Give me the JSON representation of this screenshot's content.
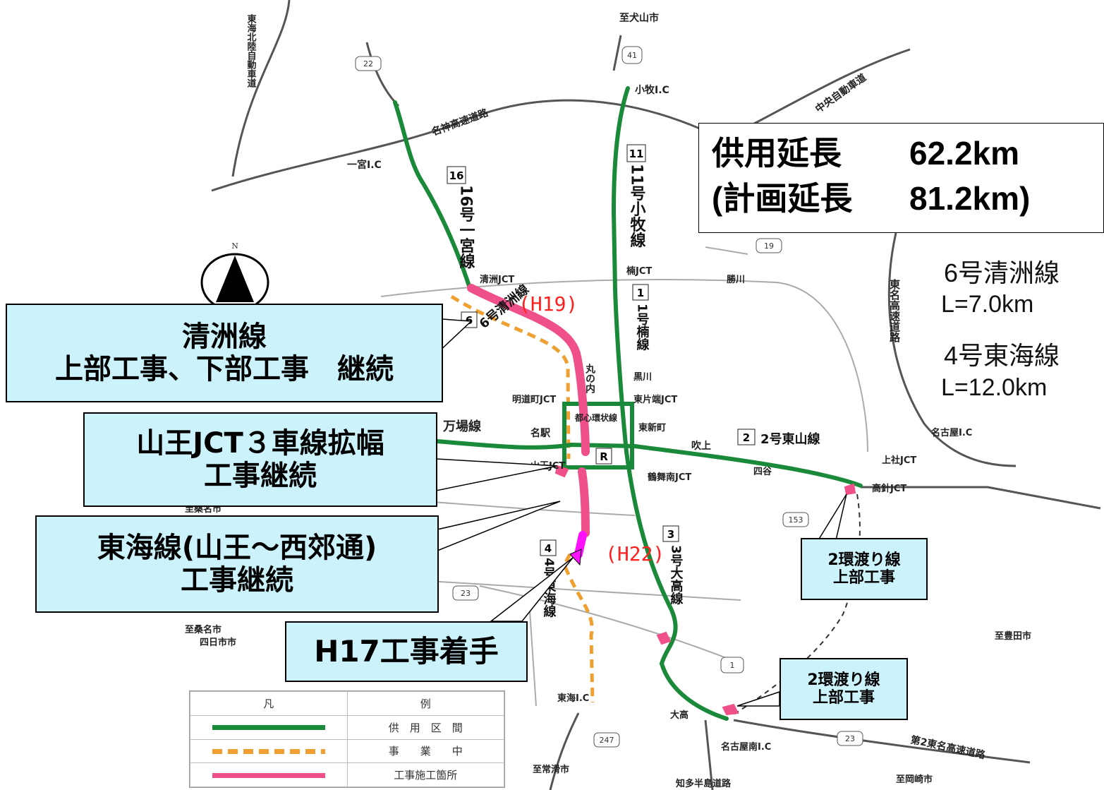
{
  "map": {
    "labels": {
      "dest_inuyama": "至犬山市",
      "tokai_hokuriku": "東海北陸自動車道",
      "meishin": "名神高速道路",
      "chuo": "中央自動車道",
      "komaki_ic": "小牧I.C",
      "ichinomiya_ic": "一宮I.C",
      "kiyosu_jct": "清洲JCT",
      "kusunoki_jct": "楠JCT",
      "katsukawa": "勝川",
      "tomei": "東名高速道路",
      "meido_jct": "明道町JCT",
      "maru_no_uchi": "丸の内",
      "kurokawa": "黒川",
      "higashi_katahata_jct": "東片端JCT",
      "higashi_shinmachi": "東新町",
      "toshin_loop": "都心環状線",
      "meieki": "名駅",
      "mannba": "万場線",
      "fukiage": "吹上",
      "yotsuya": "四谷",
      "tsurumai_jct": "鶴舞南JCT",
      "sanno_jct": "山王JCT",
      "nagoya_ic": "名古屋I.C",
      "kamiyashiro_jct": "上社JCT",
      "takabari_jct": "高針JCT",
      "dest_kuwana_top": "至桑名市",
      "dest_kuwana": "至桑名市",
      "dest_yokkaichi": "四日市市",
      "dest_toyota": "至豊田市",
      "tokai_ic": "東海I.C",
      "odaka": "大高",
      "nagoya_minami_ic": "名古屋南I.C",
      "second_tomei": "第2東名高速道路",
      "dest_tokoname": "至常滑市",
      "chita_hanto": "知多半島道路",
      "dest_okazaki": "至岡崎市",
      "north": "N"
    },
    "shields": [
      "22",
      "41",
      "19",
      "153",
      "23",
      "1",
      "247",
      "23"
    ],
    "route_numbers": {
      "r16": "16",
      "r11": "11",
      "r1": "1",
      "r6": "6",
      "r2": "2",
      "r4": "4",
      "r3": "3",
      "rR": "R"
    },
    "route_names": {
      "r16_name": "16号一宮線",
      "r11_name": "11号小牧線",
      "r1_name": "1号楠線",
      "r6_name": "6号清洲線",
      "r2_name": "2号東山線",
      "r4_name": "4号東海線",
      "r3_name": "3号大高線"
    },
    "markers": {
      "h19": "(H19)",
      "h22": "(H22)"
    },
    "colors": {
      "in_service": "#1a8a3a",
      "in_progress": "#f0a030",
      "construction": "#f0508a",
      "magenta": "#ff10ff",
      "callout_bg": "#ccf3fb"
    }
  },
  "stats": {
    "service_label": "供用延長",
    "service_value": "62.2km",
    "plan_label": "(計画延長",
    "plan_value": "81.2km)"
  },
  "side_info": {
    "kiyosu_line": "6号清洲線",
    "kiyosu_len": "L=7.0km",
    "tokai_line": "4号東海線",
    "tokai_len": "L=12.0km"
  },
  "callouts": {
    "kiyosu": [
      "清洲線",
      "上部工事、下部工事　継続"
    ],
    "sanno": [
      "山王JCT３車線拡幅",
      "工事継続"
    ],
    "tokai": [
      "東海線(山王～西郊通)",
      "工事継続"
    ],
    "h17": [
      "H17工事着手"
    ],
    "watari_upper": [
      "2環渡り線",
      "上部工事"
    ],
    "watari_lower": [
      "2環渡り線",
      "上部工事"
    ]
  },
  "legend": {
    "title_left": "凡",
    "title_right": "例",
    "in_service": "供　用　区　間",
    "in_progress": "事　　業　　中",
    "construction": "工事施工箇所"
  }
}
